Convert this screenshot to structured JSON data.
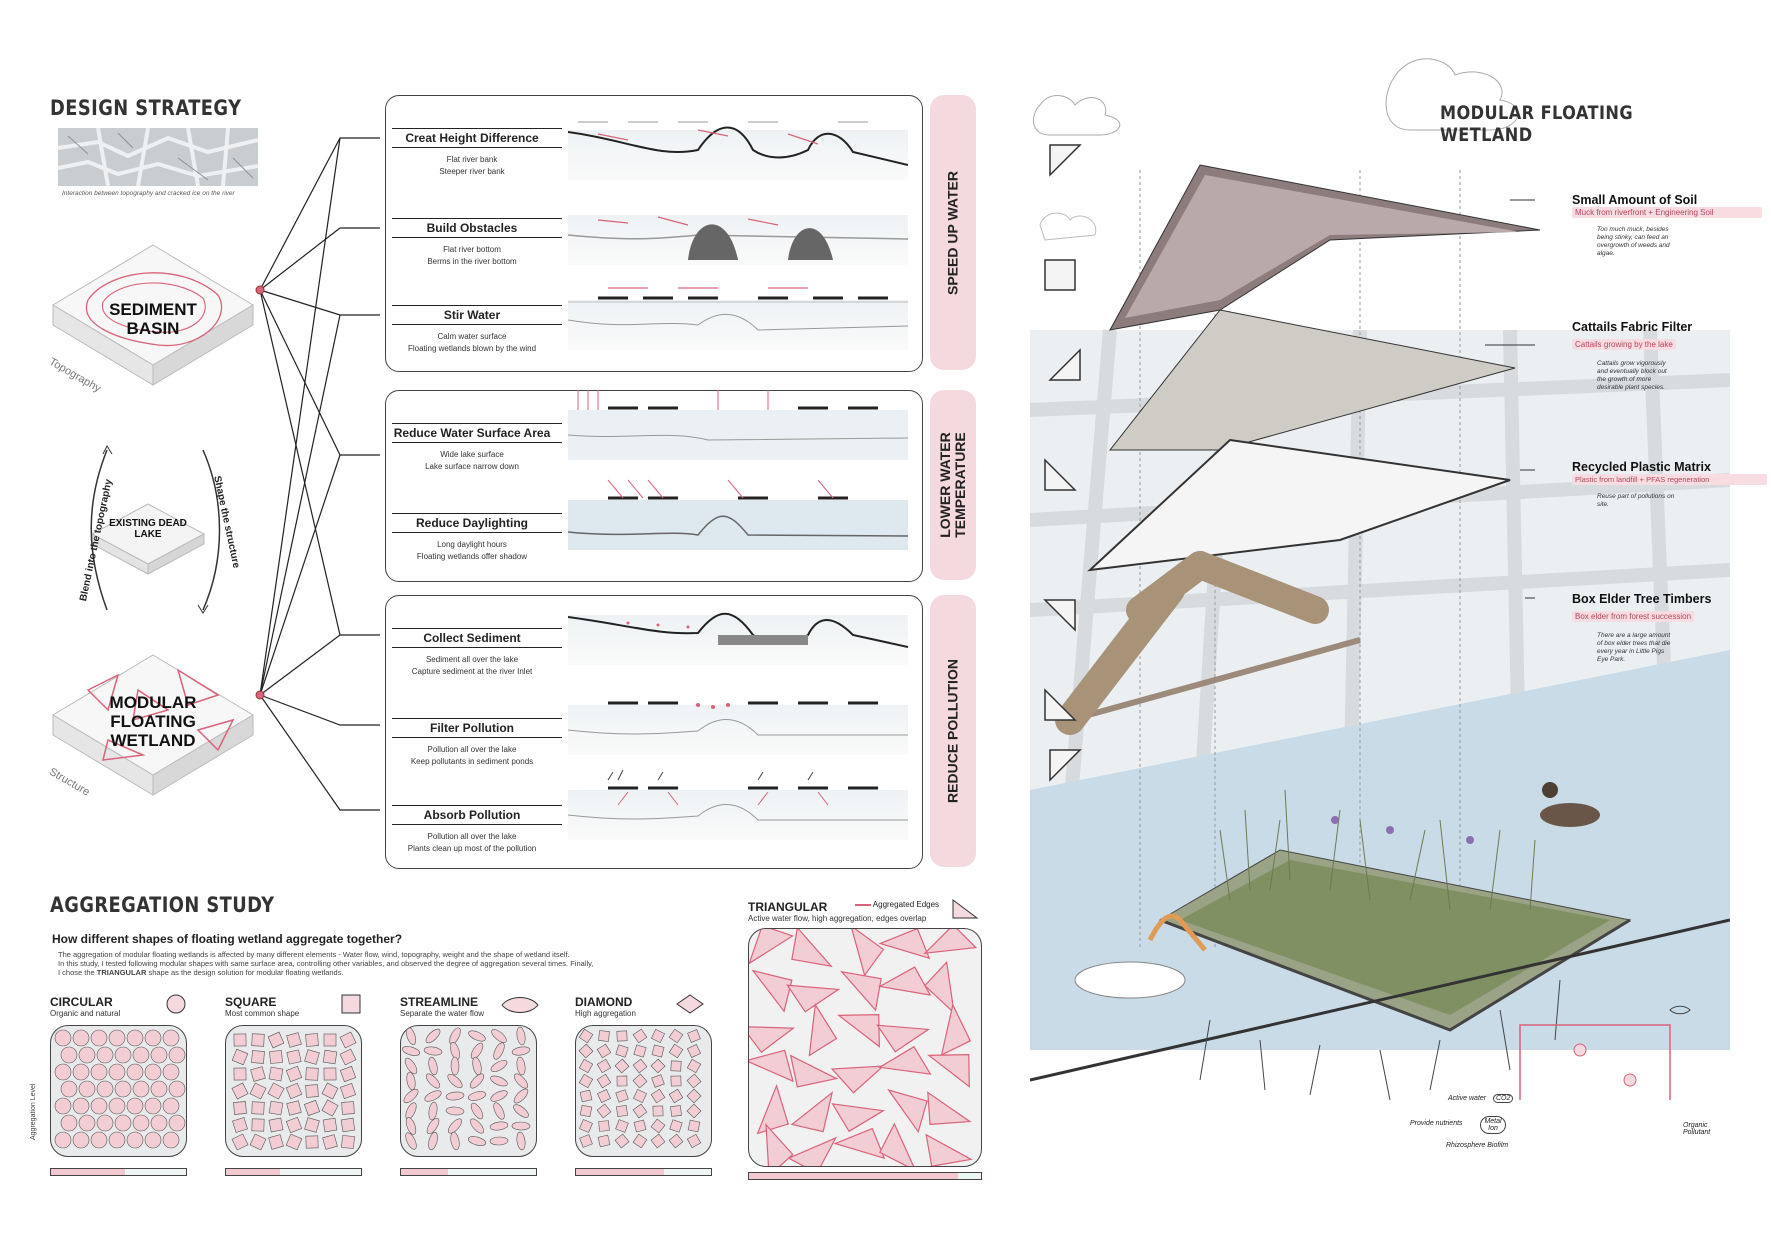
{
  "design_strategy": {
    "title": "DESIGN STRATEGY",
    "ice_caption": "Interaction between topography and cracked ice on the river",
    "tile_sediment": "SEDIMENT BASIN",
    "tile_sediment_side": "Topography",
    "tile_dead_lake": "EXISTING DEAD LAKE",
    "tile_modular": "MODULAR FLOATING WETLAND",
    "tile_modular_side": "Structure",
    "arrow_left": "Blend into the topography",
    "arrow_right": "Shape the structure"
  },
  "groups": [
    {
      "band": "SPEED UP WATER",
      "items": [
        {
          "title": "Creat Height Difference",
          "line1": "Flat river bank",
          "line2": "Steeper river bank"
        },
        {
          "title": "Build Obstacles",
          "line1": "Flat river bottom",
          "line2": "Berms in the river bottom"
        },
        {
          "title": "Stir Water",
          "line1": "Calm water surface",
          "line2": "Floating wetlands blown by the wind"
        }
      ]
    },
    {
      "band": "LOWER WATER TEMPERATURE",
      "items": [
        {
          "title": "Reduce Water Surface Area",
          "line1": "Wide lake surface",
          "line2": "Lake surface narrow down"
        },
        {
          "title": "Reduce Daylighting",
          "line1": "Long daylight hours",
          "line2": "Floating wetlands offer shadow"
        }
      ]
    },
    {
      "band": "REDUCE POLLUTION",
      "items": [
        {
          "title": "Collect Sediment",
          "line1": "Sediment all over the lake",
          "line2": "Capture sediment at the river Inlet"
        },
        {
          "title": "Filter Pollution",
          "line1": "Pollution all over the lake",
          "line2": "Keep pollutants in sediment ponds"
        },
        {
          "title": "Absorb Pollution",
          "line1": "Pollution all over the lake",
          "line2": "Plants clean up most of the pollution"
        }
      ]
    }
  ],
  "aggregation": {
    "title": "AGGREGATION STUDY",
    "question": "How different shapes of floating wetland aggregate together?",
    "para1": "The aggregation of modular floating wetlands is affected by many different elements - Water flow, wind, topography, weight and the shape of wetland itself.",
    "para2": "In this study, I tested following modular shapes with same surface area,  controlling other variables, and observed the degree of aggregation several times. Finally,",
    "para3_pre": "I chose the ",
    "para3_bold": "TRIANGULAR",
    "para3_post": " shape as the design solution for modular floating wetlands.",
    "axis_label": "Aggregation Level",
    "legend": "Aggregated Edges",
    "shapes": [
      {
        "name": "CIRCULAR",
        "desc": "Organic and natural",
        "level": 0.55
      },
      {
        "name": "SQUARE",
        "desc": "Most common shape",
        "level": 0.4
      },
      {
        "name": "STREAMLINE",
        "desc": "Separate the water flow",
        "level": 0.35
      },
      {
        "name": "DIAMOND",
        "desc": "High aggregation",
        "level": 0.65
      }
    ],
    "triangular": {
      "name": "TRIANGULAR",
      "desc": "Active water flow, high aggregation, edges overlap",
      "level": 0.9
    }
  },
  "wetland": {
    "title": "MODULAR FLOATING WETLAND",
    "layers": [
      {
        "title": "Small Amount of Soil",
        "sub": "Muck from riverfront + Engineering Soil",
        "note": "Too much muck, besides being stinky, can feed an overgrowth of weeds and algae."
      },
      {
        "title": "Cattails Fabric Filter",
        "sub": "Cattails growing by the lake",
        "note": "Cattails grow vigorously and eventually block out the growth of more desirable plant species."
      },
      {
        "title": "Recycled Plastic Matrix",
        "sub": "Plastic from landfill + PFAS regeneration",
        "note": "Reuse part of pollutions on site."
      },
      {
        "title": "Box Elder Tree Timbers",
        "sub": "Box elder from forest succession",
        "note": "There are a large amount of box elder trees that die every year in Little Pigs Eye Park."
      }
    ],
    "annotations": {
      "active_water": "Active water",
      "co2": "CO2",
      "nutrients": "Provide nutrients",
      "metal_ion": "Metal Ion",
      "biofilm": "Rhizosphere Biofilm",
      "organic": "Organic Pollutant"
    }
  },
  "colors": {
    "accent_pink": "#f4d9de",
    "pink_line": "#d9637a",
    "water": "#c9dbe6"
  }
}
